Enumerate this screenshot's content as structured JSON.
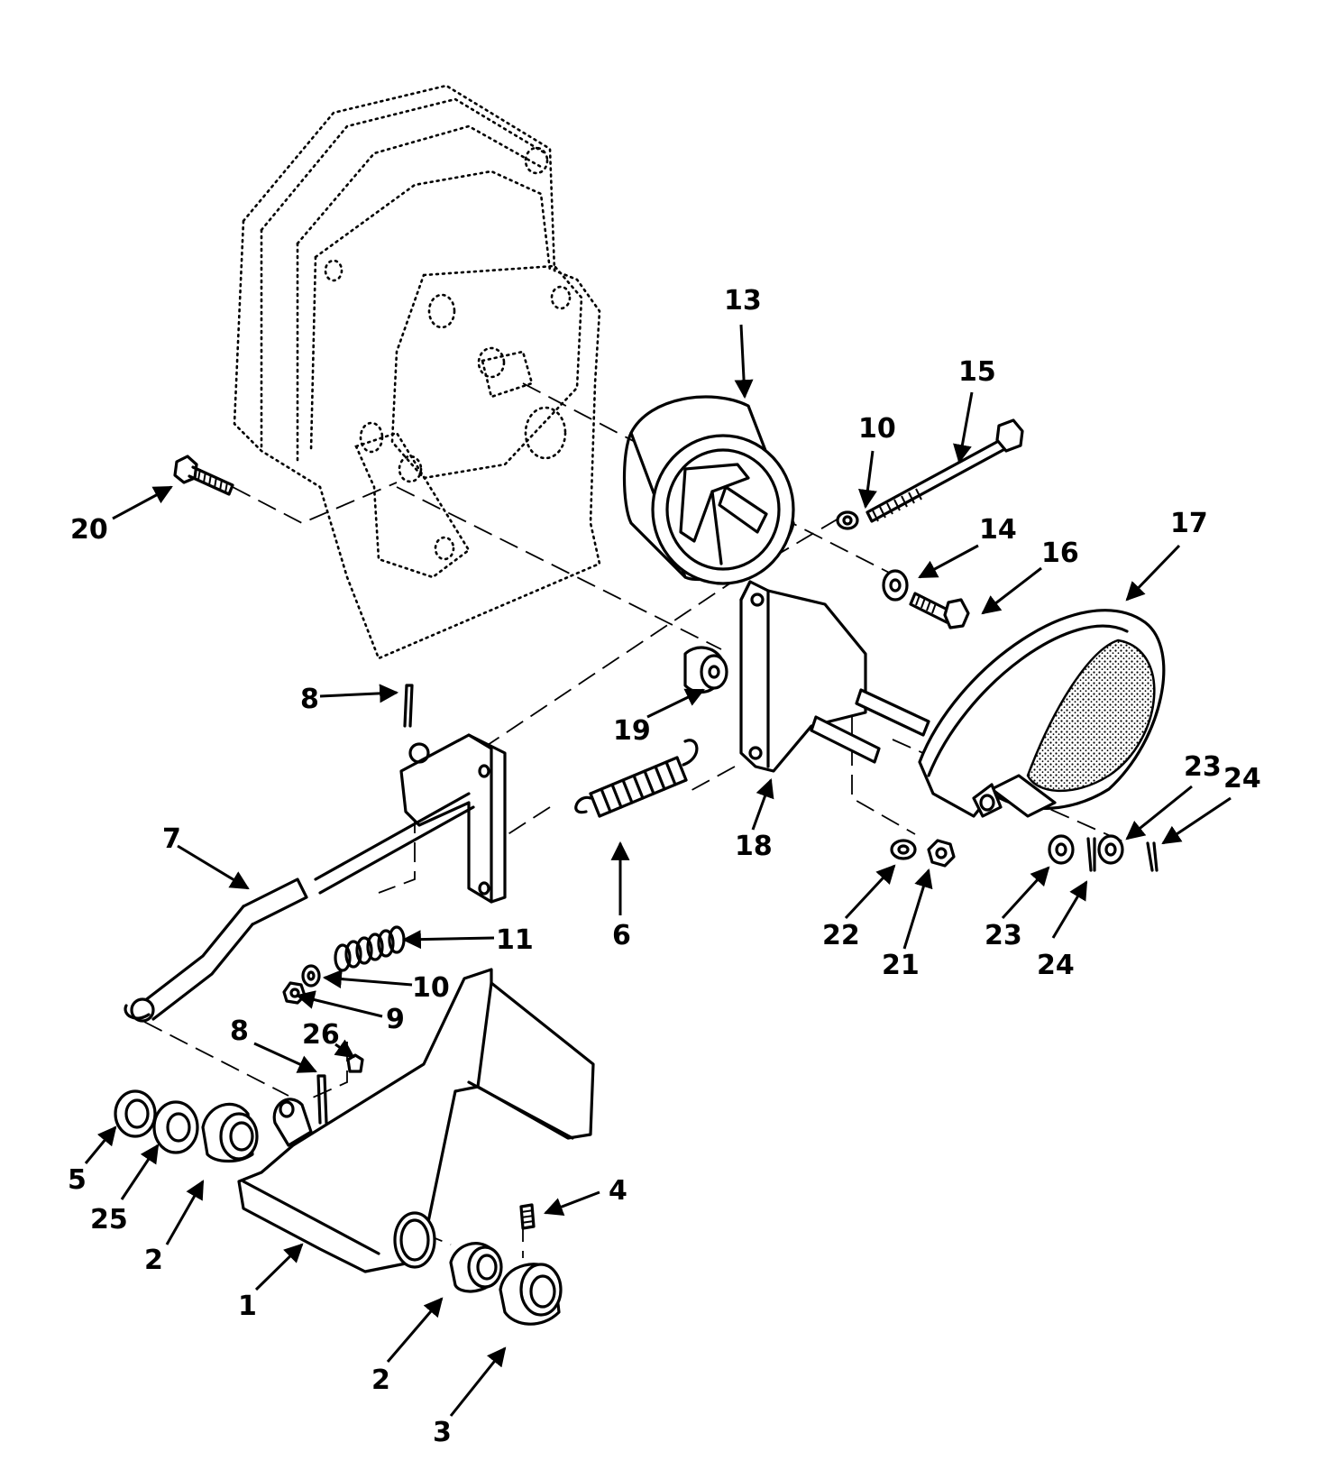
{
  "callouts": {
    "c1": "1",
    "c2a": "2",
    "c2b": "2",
    "c3": "3",
    "c4": "4",
    "c5": "5",
    "c6": "6",
    "c7": "7",
    "c8a": "8",
    "c8b": "8",
    "c9": "9",
    "c10a": "10",
    "c10b": "10",
    "c11": "11",
    "c13": "13",
    "c14": "14",
    "c15": "15",
    "c16": "16",
    "c17": "17",
    "c18": "18",
    "c19": "19",
    "c20": "20",
    "c21": "21",
    "c22": "22",
    "c23a": "23",
    "c23b": "23",
    "c24a": "24",
    "c24b": "24",
    "c25": "25",
    "c26": "26"
  }
}
